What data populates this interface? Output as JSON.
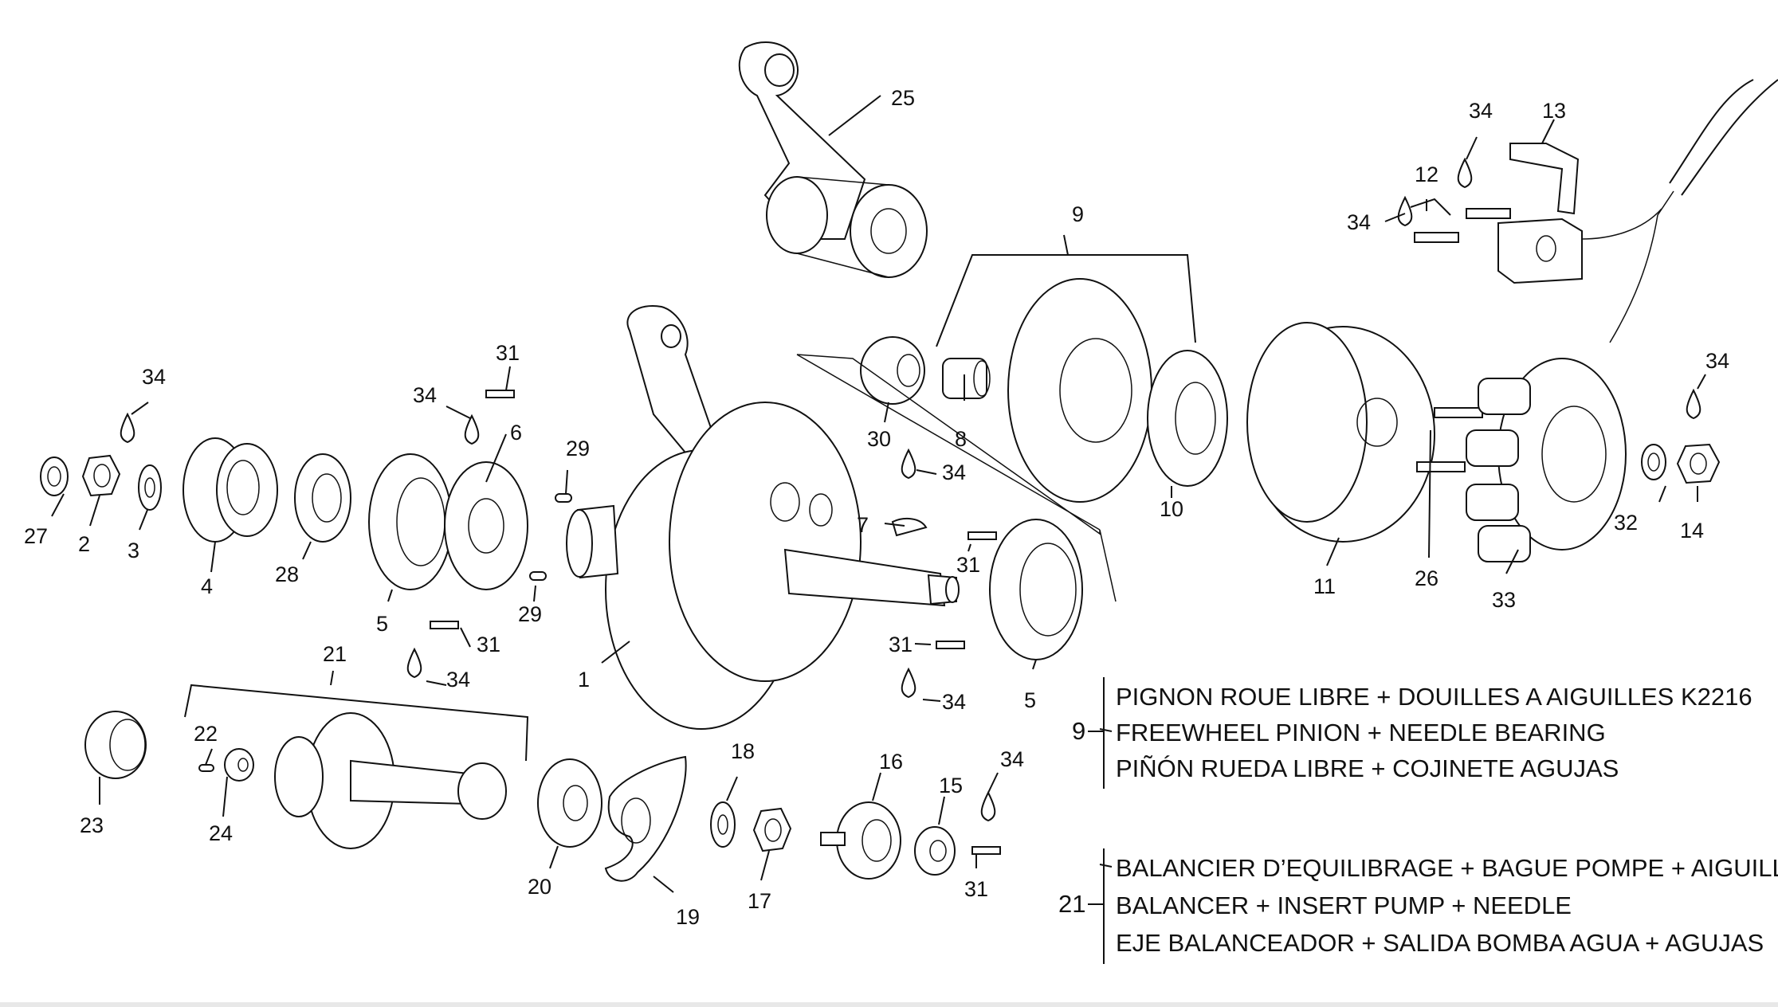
{
  "diagram": {
    "callouts": [
      "1",
      "2",
      "3",
      "4",
      "5",
      "6",
      "7",
      "8",
      "9",
      "10",
      "11",
      "12",
      "13",
      "14",
      "15",
      "16",
      "17",
      "18",
      "19",
      "20",
      "21",
      "22",
      "23",
      "24",
      "25",
      "26",
      "27",
      "28",
      "29",
      "30",
      "31",
      "32",
      "33",
      "34"
    ]
  },
  "legend": {
    "group9": {
      "ref": "9",
      "lines": [
        "PIGNON ROUE LIBRE + DOUILLES A AIGUILLES K2216",
        "FREEWHEEL PINION + NEEDLE BEARING",
        "PIÑÓN RUEDA LIBRE + COJINETE AGUJAS"
      ]
    },
    "group21": {
      "ref": "21",
      "lines": [
        "BALANCIER D’EQUILIBRAGE + BAGUE POMPE + AIGUILLE",
        "BALANCER + INSERT PUMP + NEEDLE",
        "EJE BALANCEADOR + SALIDA BOMBA AGUA + AGUJAS"
      ]
    }
  }
}
